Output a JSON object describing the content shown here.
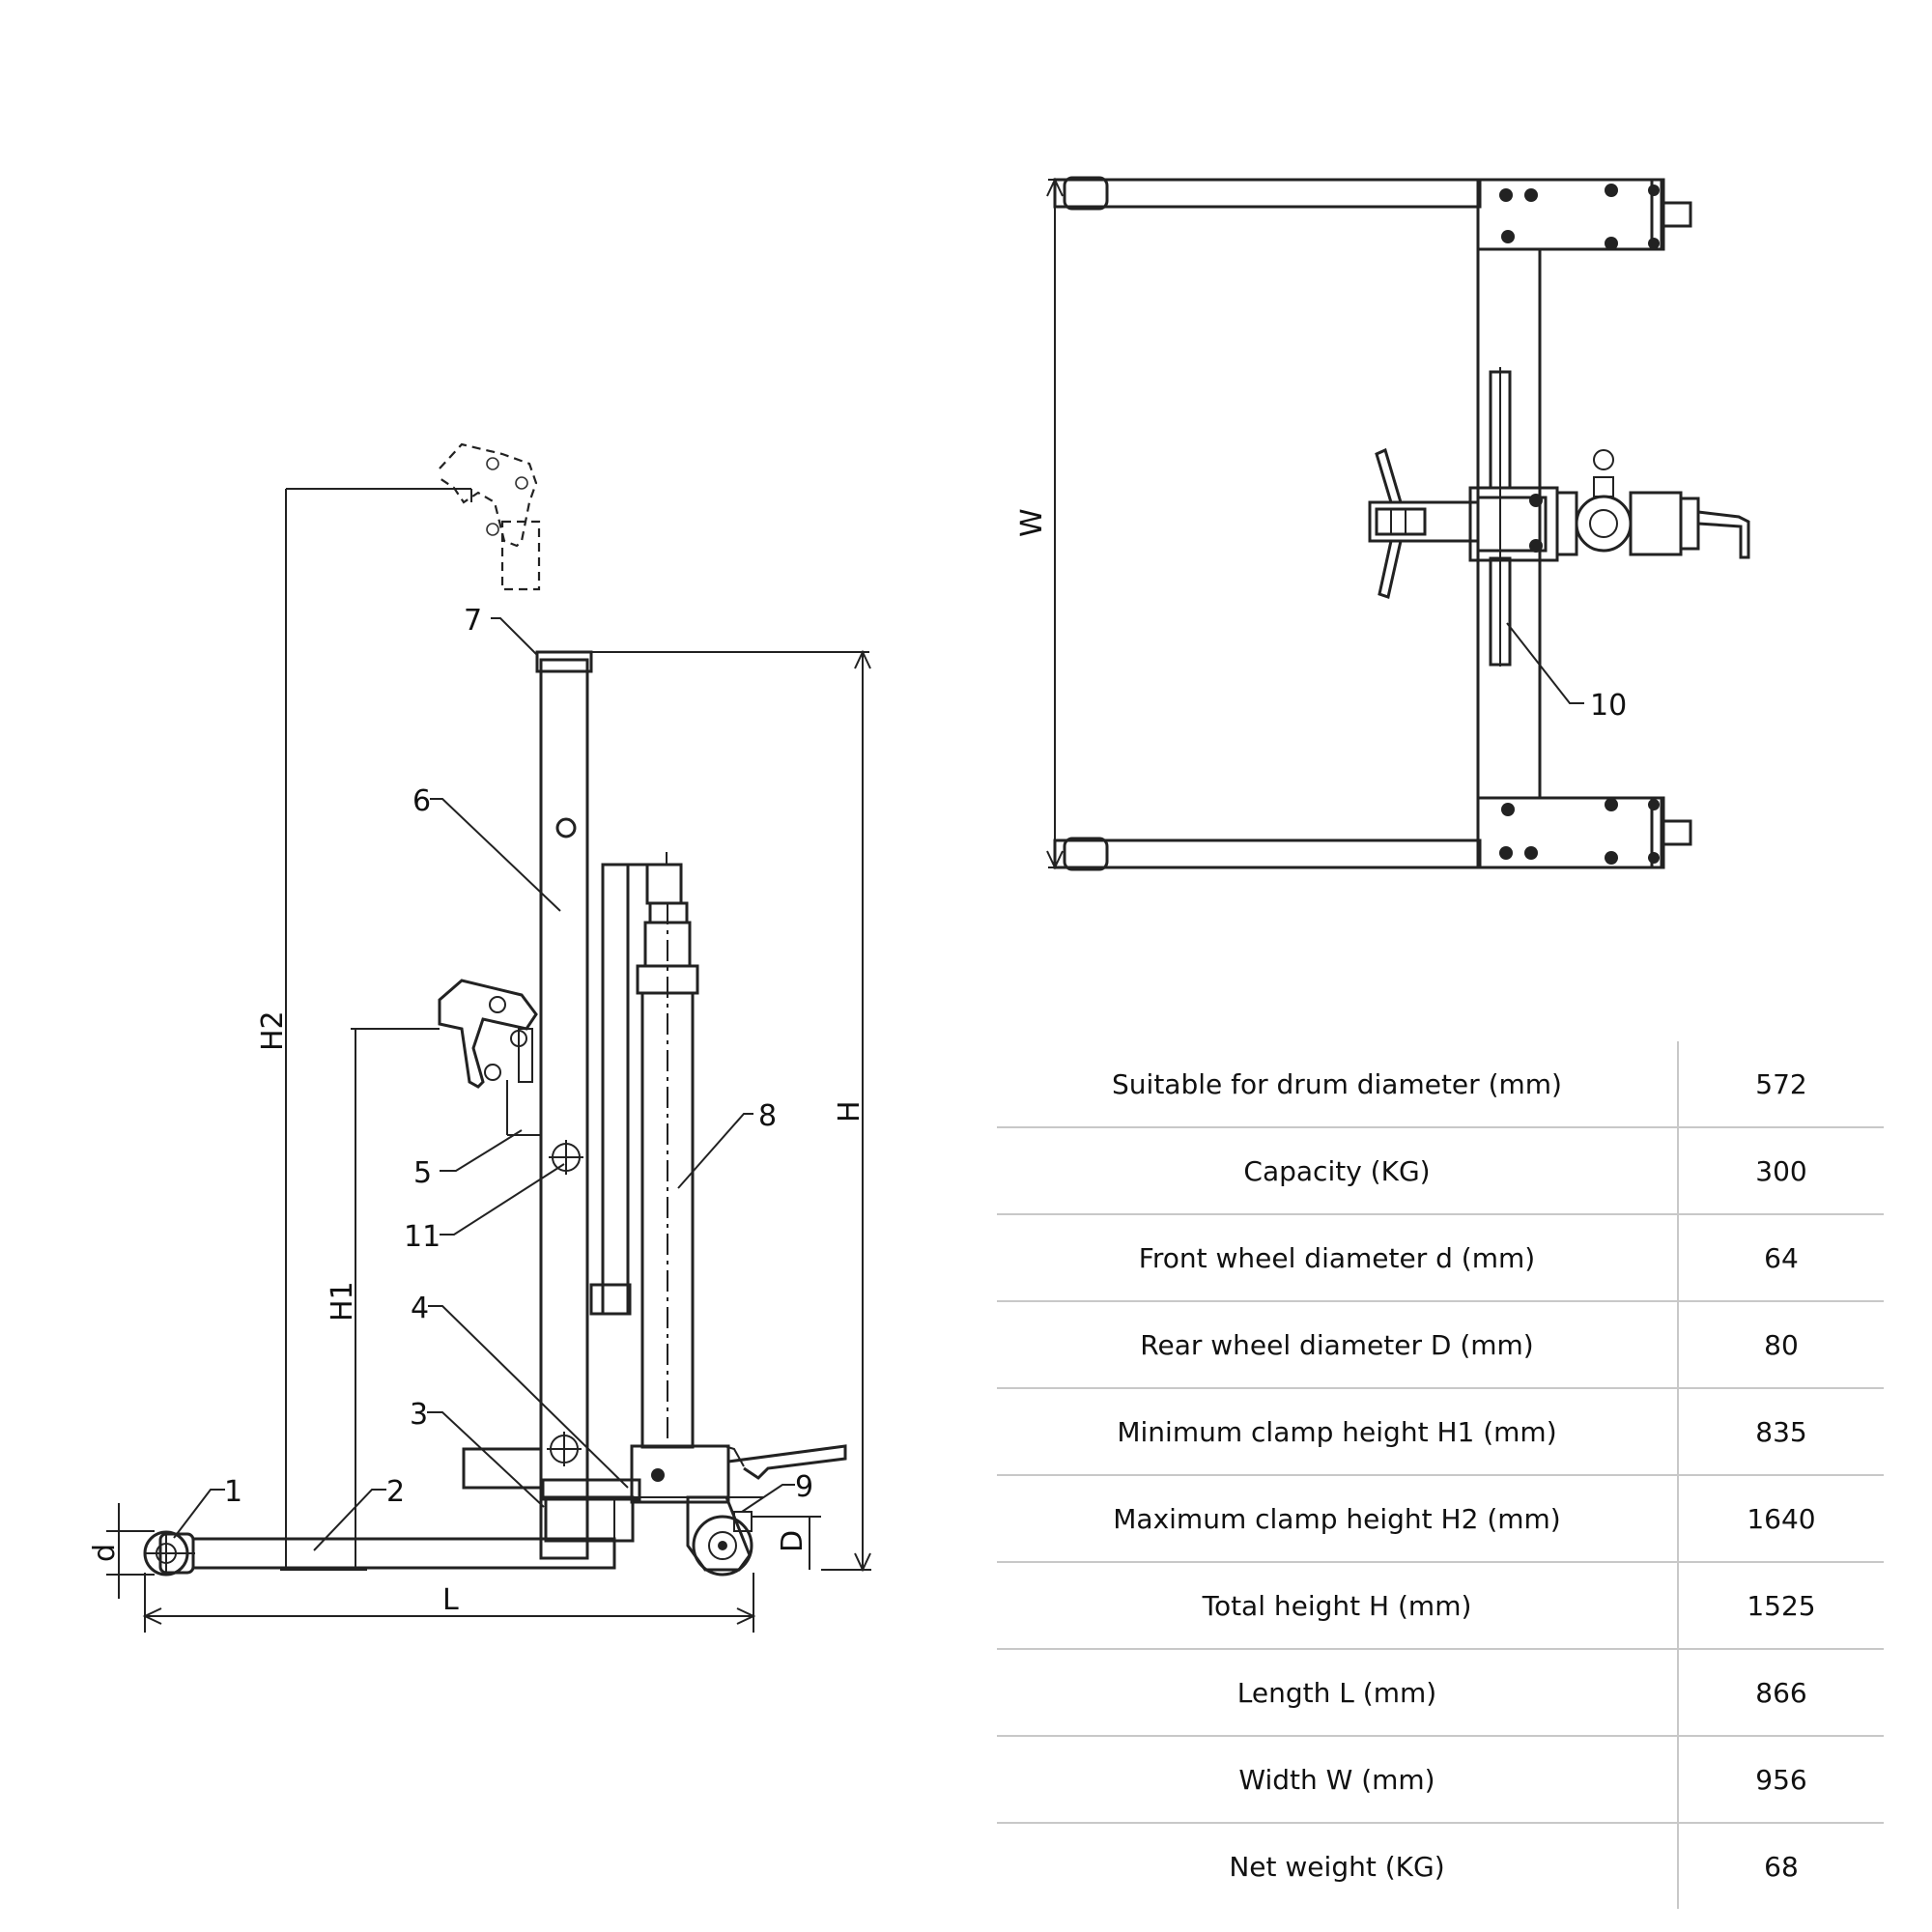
{
  "callouts": {
    "c1": "1",
    "c2": "2",
    "c3": "3",
    "c4": "4",
    "c5": "5",
    "c6": "6",
    "c7": "7",
    "c8": "8",
    "c9": "9",
    "c10": "10",
    "c11": "11"
  },
  "dimensions": {
    "d": "d",
    "D": "D",
    "L": "L",
    "H": "H",
    "H1": "H1",
    "H2": "H2",
    "W": "W"
  },
  "specs": [
    {
      "param": "Suitable for drum diameter (mm)",
      "value": "572"
    },
    {
      "param": "Capacity (KG)",
      "value": "300"
    },
    {
      "param": "Front wheel diameter d (mm)",
      "value": "64"
    },
    {
      "param": "Rear wheel diameter D (mm)",
      "value": "80"
    },
    {
      "param": "Minimum clamp height H1 (mm)",
      "value": "835"
    },
    {
      "param": "Maximum clamp height H2 (mm)",
      "value": "1640"
    },
    {
      "param": "Total height H (mm)",
      "value": "1525"
    },
    {
      "param": "Length L (mm)",
      "value": "866"
    },
    {
      "param": "Width W (mm)",
      "value": "956"
    },
    {
      "param": "Net weight (KG)",
      "value": "68"
    }
  ]
}
